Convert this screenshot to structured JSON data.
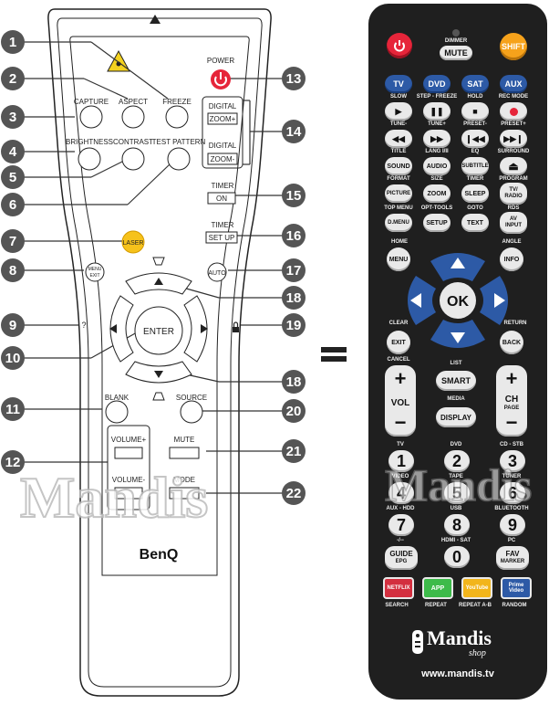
{
  "left_remote": {
    "brand": "BenQ",
    "buttons": {
      "power": "POWER",
      "capture": "CAPTURE",
      "aspect": "ASPECT",
      "freeze": "FREEZE",
      "brightness": "BRIGHTNESS",
      "contrast": "CONTRAST",
      "test_pattern": "TEST PATTERN",
      "digital_top": "DIGITAL",
      "zoom_plus": "ZOOM+",
      "digital_bottom": "DIGITAL",
      "zoom_minus": "ZOOM-",
      "timer_top": "TIMER",
      "timer_on": "ON",
      "timer_bottom": "TIMER",
      "timer_setup": "SET UP",
      "laser": "LASER",
      "menu": "MENU",
      "exit": "EXIT",
      "auto": "AUTO",
      "enter": "ENTER",
      "blank": "BLANK",
      "source": "SOURCE",
      "volume_plus": "VOLUME+",
      "volume_minus": "VOLUME-",
      "mute": "MUTE",
      "mode": "MODE"
    },
    "callouts": [
      "1",
      "2",
      "3",
      "4",
      "5",
      "6",
      "7",
      "8",
      "9",
      "10",
      "11",
      "12",
      "13",
      "14",
      "15",
      "16",
      "17",
      "18",
      "18",
      "19",
      "20",
      "21",
      "22"
    ],
    "watermark": "Mandis"
  },
  "equals_sign": "=",
  "right_remote": {
    "watermark": "Mandis",
    "top": {
      "dimmer": "DIMMER",
      "mute": "MUTE",
      "shift": "SHIFT"
    },
    "source_row": [
      "TV",
      "DVD",
      "SAT",
      "AUX"
    ],
    "row_labels_1": [
      "SLOW",
      "STEP - FREEZE",
      "HOLD",
      "REC MODE"
    ],
    "row_labels_2": [
      "TUNE-",
      "TUNE+",
      "PRESET-",
      "PRESET+"
    ],
    "row_labels_3": [
      "TITLE",
      "LANG I/II",
      "EQ",
      "SURROUND"
    ],
    "row_buttons_3": [
      "SOUND",
      "AUDIO",
      "SUBTITLE",
      "⏏"
    ],
    "row_labels_4": [
      "FORMAT",
      "SIZE",
      "TIMER",
      "PROGRAM"
    ],
    "row_buttons_4": [
      "PICTURE",
      "ZOOM",
      "SLEEP",
      "TV/ RADIO"
    ],
    "row_labels_5": [
      "TOP MENU",
      "OPT-TOOLS",
      "GOTO",
      "RDS"
    ],
    "row_buttons_5": [
      "D.MENU",
      "SETUP",
      "TEXT",
      "AV INPUT"
    ],
    "nav": {
      "home": "HOME",
      "menu": "MENU",
      "angle": "ANGLE",
      "info": "INFO",
      "ok": "OK",
      "clear": "CLEAR",
      "exit": "EXIT",
      "return": "RETURN",
      "back": "BACK"
    },
    "mid": {
      "cancel": "CANCEL",
      "vol": "VOL",
      "list": "LIST",
      "smart": "SMART",
      "media": "MEDIA",
      "display": "DISPLAY",
      "ch": "CH",
      "page": "PAGE"
    },
    "digit_labels": [
      "TV",
      "DVD",
      "CD - STB",
      "VIDEO",
      "TAPE",
      "TUNER",
      "AUX - HDD",
      "USB",
      "BLUETOOTH",
      "-/--",
      "HDMI - SAT",
      "PC"
    ],
    "digits": [
      "1",
      "2",
      "3",
      "4",
      "5",
      "6",
      "7",
      "8",
      "9",
      "0"
    ],
    "guide": {
      "top": "GUIDE",
      "bottom": "EPG"
    },
    "fav": {
      "top": "FAV",
      "bottom": "MARKER"
    },
    "apps": [
      {
        "label": "NETFLIX",
        "color": "#d32f3f"
      },
      {
        "label": "APP",
        "color": "#3dbb4a"
      },
      {
        "label": "YouTube",
        "color": "#f2b51b"
      },
      {
        "label": "Prime Video",
        "color": "#2d5aa6"
      }
    ],
    "bottom_labels": [
      "SEARCH",
      "REPEAT",
      "REPEAT A-B",
      "RANDOM"
    ],
    "logo": "Mandis",
    "logo_sub": "shop",
    "url": "www.mandis.tv",
    "colors": {
      "power": "#e6253a",
      "shift": "#f6a21b",
      "nav_blue": "#2d5aa6",
      "rec": "#e6253a"
    }
  }
}
